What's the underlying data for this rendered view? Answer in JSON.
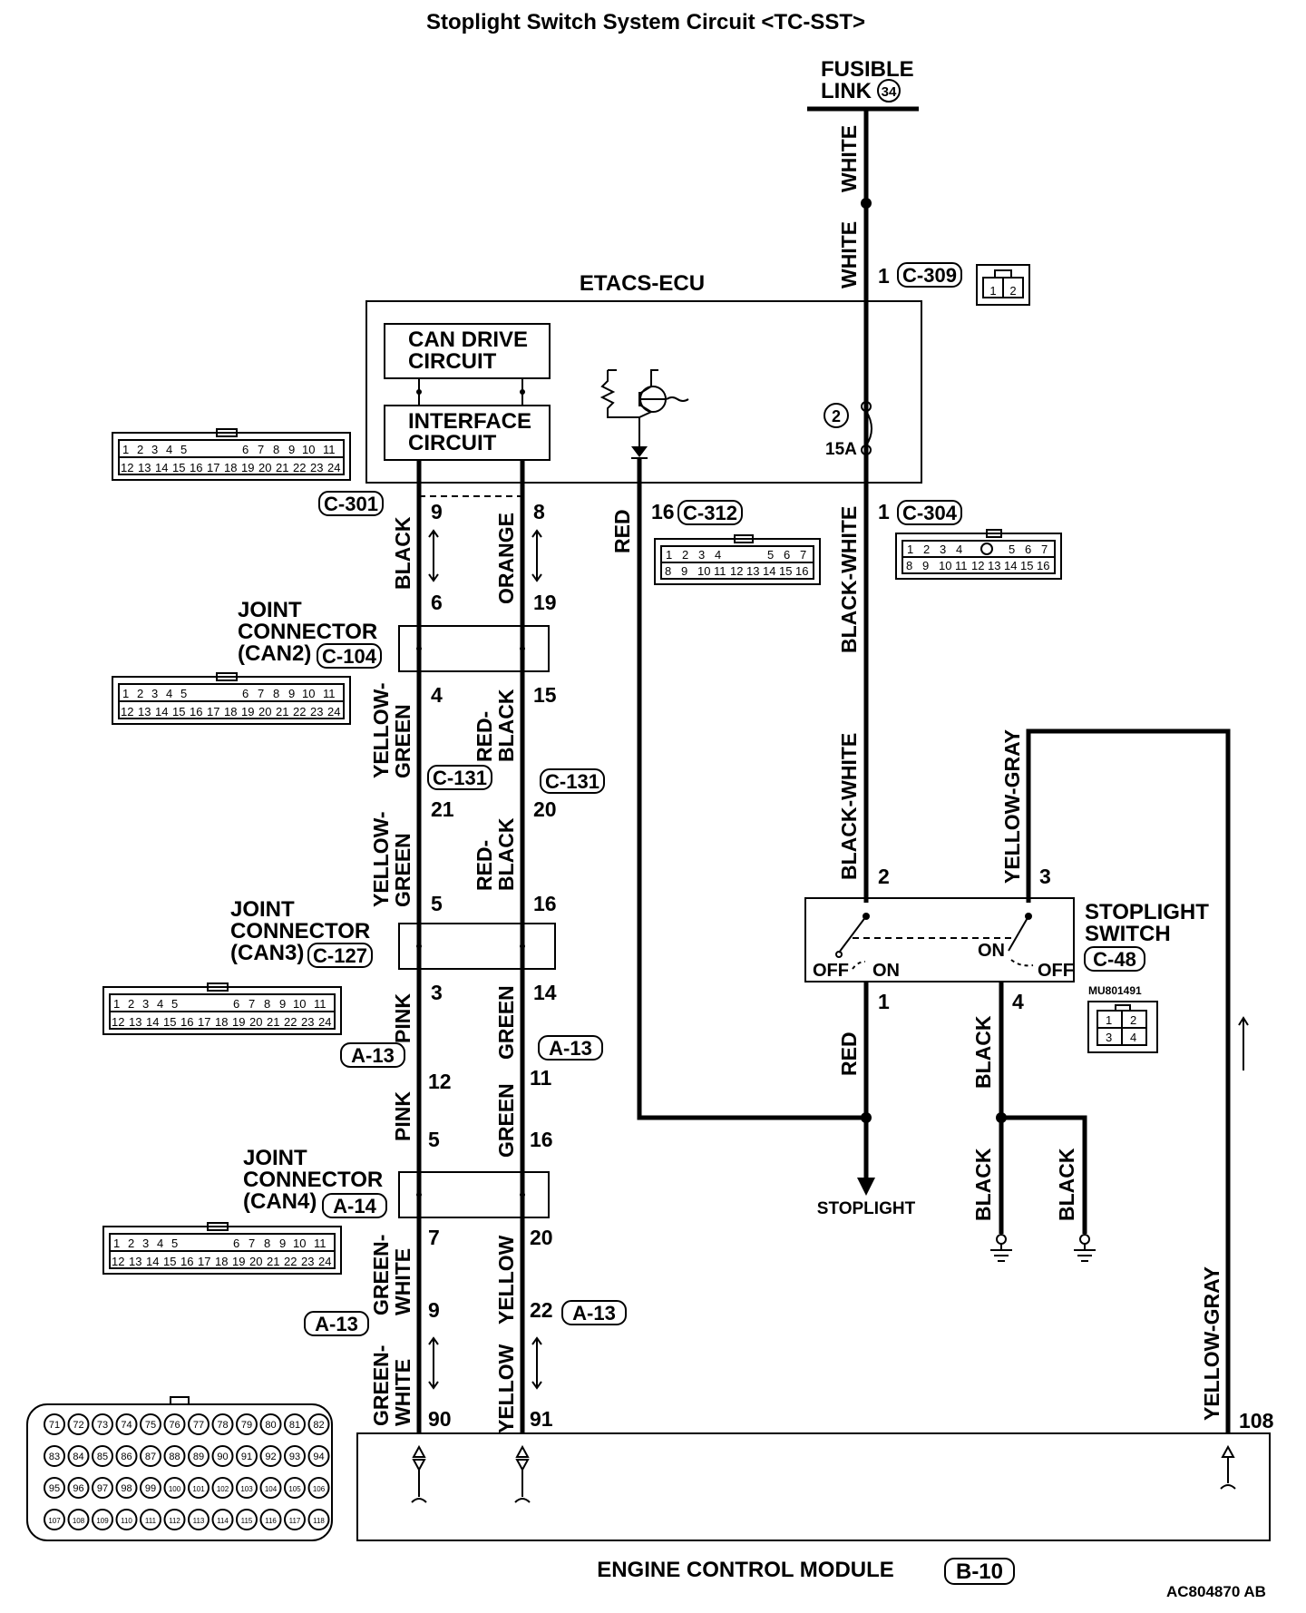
{
  "title": "Stoplight Switch System Circuit <TC-SST>",
  "fusible_link": {
    "line1": "FUSIBLE",
    "line2": "LINK",
    "num": "34"
  },
  "etacs": {
    "title": "ETACS-ECU",
    "can_drive": [
      "CAN DRIVE",
      "CIRCUIT"
    ],
    "interface": [
      "INTERFACE",
      "CIRCUIT"
    ],
    "fuse_num": "2",
    "fuse_rating": "15A"
  },
  "connectors": {
    "c309": "C-309",
    "c301": "C-301",
    "c312": "C-312",
    "c304": "C-304",
    "c104": "C-104",
    "c131": "C-131",
    "c127": "C-127",
    "a13": "A-13",
    "a14": "A-14",
    "c48": "C-48",
    "b10": "B-10"
  },
  "joints": {
    "can2": [
      "JOINT",
      "CONNECTOR",
      "(CAN2)"
    ],
    "can3": [
      "JOINT",
      "CONNECTOR",
      "(CAN3)"
    ],
    "can4": [
      "JOINT",
      "CONNECTOR",
      "(CAN4)"
    ]
  },
  "wires": {
    "white": "WHITE",
    "black": "BLACK",
    "orange": "ORANGE",
    "red": "RED",
    "black_white": "BLACK-WHITE",
    "yellow_green_1": "YELLOW-",
    "yellow_green_2": "GREEN",
    "red_black_1": "RED-",
    "red_black_2": "BLACK",
    "pink": "PINK",
    "green": "GREEN",
    "green_white_1": "GREEN-",
    "green_white_2": "WHITE",
    "yellow": "YELLOW",
    "yellow_gray": "YELLOW-GRAY"
  },
  "pins": {
    "p1a": "1",
    "p16": "16",
    "p1b": "1",
    "p9": "9",
    "p8": "8",
    "p6": "6",
    "p19": "19",
    "p4": "4",
    "p15": "15",
    "p21": "21",
    "p20": "20",
    "p5": "5",
    "p16b": "16",
    "p3": "3",
    "p14": "14",
    "p12": "12",
    "p11": "11",
    "p5b": "5",
    "p16c": "16",
    "p7": "7",
    "p20b": "20",
    "p9b": "9",
    "p22": "22",
    "p90": "90",
    "p91": "91",
    "p108": "108",
    "sw2": "2",
    "sw3": "3",
    "sw1": "1",
    "sw4": "4"
  },
  "stoplight_switch": {
    "title": [
      "STOPLIGHT",
      "SWITCH"
    ],
    "off": "OFF",
    "on": "ON",
    "part": "MU801491"
  },
  "stoplight": "STOPLIGHT",
  "ecm": "ENGINE CONTROL MODULE",
  "code": "AC804870 AB",
  "conn24": {
    "row1": [
      "1",
      "2",
      "3",
      "4",
      "5",
      "6",
      "7",
      "8",
      "9",
      "10",
      "11"
    ],
    "row2": [
      "12",
      "13",
      "14",
      "15",
      "16",
      "17",
      "18",
      "19",
      "20",
      "21",
      "22",
      "23",
      "24"
    ]
  },
  "conn16": {
    "row1": [
      "1",
      "2",
      "3",
      "4",
      "5",
      "6",
      "7"
    ],
    "row2": [
      "8",
      "9",
      "10",
      "11",
      "12",
      "13",
      "14",
      "15",
      "16"
    ]
  },
  "c309_pins": [
    "1",
    "2"
  ],
  "c48_pins": [
    "1",
    "2",
    "3",
    "4"
  ],
  "ecm_pins": [
    [
      "71",
      "72",
      "73",
      "74",
      "75",
      "76",
      "77",
      "78",
      "79",
      "80",
      "81",
      "82"
    ],
    [
      "83",
      "84",
      "85",
      "86",
      "87",
      "88",
      "89",
      "90",
      "91",
      "92",
      "93",
      "94"
    ],
    [
      "95",
      "96",
      "97",
      "98",
      "99",
      "100",
      "101",
      "102",
      "103",
      "104",
      "105",
      "106"
    ],
    [
      "107",
      "108",
      "109",
      "110",
      "111",
      "112",
      "113",
      "114",
      "115",
      "116",
      "117",
      "118"
    ]
  ]
}
